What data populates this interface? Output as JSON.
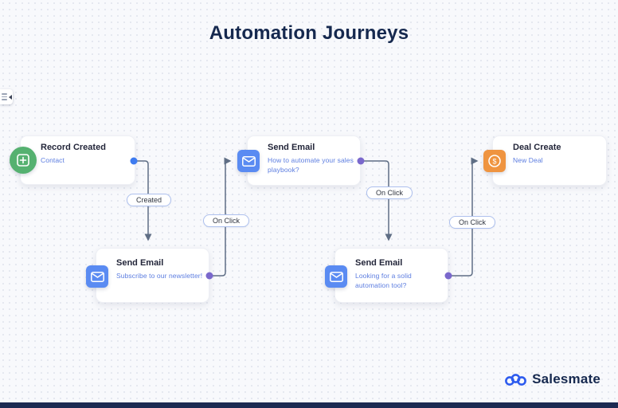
{
  "title": "Automation Journeys",
  "nodes": [
    {
      "title": "Record Created",
      "subtitle": "Contact",
      "icon": "add-record-icon",
      "icon_color": "#55B170"
    },
    {
      "title": "Send Email",
      "subtitle": "How to automate your sales playbook?",
      "icon": "envelope-icon",
      "icon_color": "#5A8BF2"
    },
    {
      "title": "Deal Create",
      "subtitle": "New Deal",
      "icon": "dollar-icon",
      "icon_color": "#EF9440"
    },
    {
      "title": "Send Email",
      "subtitle": "Subscribe to our newsletter!",
      "icon": "envelope-icon",
      "icon_color": "#5A8BF2"
    },
    {
      "title": "Send Email",
      "subtitle": "Looking for a solid automation tool?",
      "icon": "envelope-icon",
      "icon_color": "#5A8BF2"
    }
  ],
  "edges": [
    {
      "label": "Created",
      "from": 0,
      "to": 3
    },
    {
      "label": "On Click",
      "from": 3,
      "to": 1
    },
    {
      "label": "On Click",
      "from": 1,
      "to": 4
    },
    {
      "label": "On Click",
      "from": 4,
      "to": 2
    }
  ],
  "brand": {
    "name": "Salesmate"
  },
  "colors": {
    "background": "#F8F9FC",
    "grid_dot": "#DFE3EC",
    "title_text": "#16294F",
    "node_title": "#23263A",
    "node_subtitle": "#5C7DE0",
    "connector": "#5F6E85",
    "handle_blue": "#3E7BF0",
    "handle_purple": "#7A68CC",
    "edge_label_border": "#ADC0EE",
    "green": "#55B170",
    "blue": "#5A8BF2",
    "orange": "#EF9440",
    "bottom_bar": "#1C2A52",
    "brand_blue": "#2D5BEE"
  }
}
